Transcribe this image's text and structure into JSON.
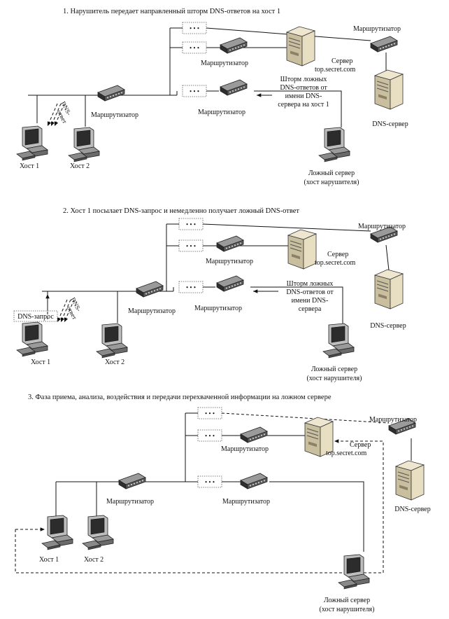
{
  "panels": [
    {
      "title": "1. Нарушитель передает направленный шторм DNS-ответов на хост 1",
      "router_top_right": "Маршрутизатор",
      "router_mid": "Маршрутизатор",
      "server_label_1": "Сервер",
      "server_label_2": "top.secret.com",
      "storm_label": [
        "Шторм ложных",
        "DNS-ответов от",
        "имени DNS-",
        "сервера на хост 1"
      ],
      "router_right": "Маршрутизатор",
      "router_left": "Маршрутизатор",
      "dns_server": "DNS-сервер",
      "dns_answer": [
        "DNS-",
        "ответ"
      ],
      "host1": "Хост 1",
      "host2": "Хост 2",
      "fake_1": "Ложный сервер",
      "fake_2": "(хост нарушителя)"
    },
    {
      "title": "2. Хост 1 посылает DNS-запрос и немедленно получает ложный DNS-ответ",
      "router_top_right": "Маршрутизатор",
      "router_mid": "Маршрутизатор",
      "server_label_1": "Сервер",
      "server_label_2": "top.secret.com",
      "storm_label": [
        "Шторм ложных",
        "DNS-ответов от",
        "имени DNS-",
        "сервера"
      ],
      "router_right": "Маршрутизатор",
      "router_left": "Маршрутизатор",
      "dns_server": "DNS-сервер",
      "dns_answer": [
        "DNS-",
        "ответ"
      ],
      "dns_query": "DNS-запрос",
      "host1": "Хост 1",
      "host2": "Хост 2",
      "fake_1": "Ложный сервер",
      "fake_2": "(хост нарушителя)"
    },
    {
      "title": "3. Фаза приема, анализа, воздействия и передачи перехваченной информации на ложном сервере",
      "router_top_right": "Маршрутизатор",
      "router_mid": "Маршрутизатор",
      "server_label_1": "Сервер",
      "server_label_2": "top.secret.com",
      "router_right": "Маршрутизатор",
      "router_left": "Маршрутизатор",
      "dns_server": "DNS-сервер",
      "host1": "Хост 1",
      "host2": "Хост 2",
      "fake_1": "Ложный сервер",
      "fake_2": "(хост нарушителя)"
    }
  ],
  "ellipsis": "• • •"
}
